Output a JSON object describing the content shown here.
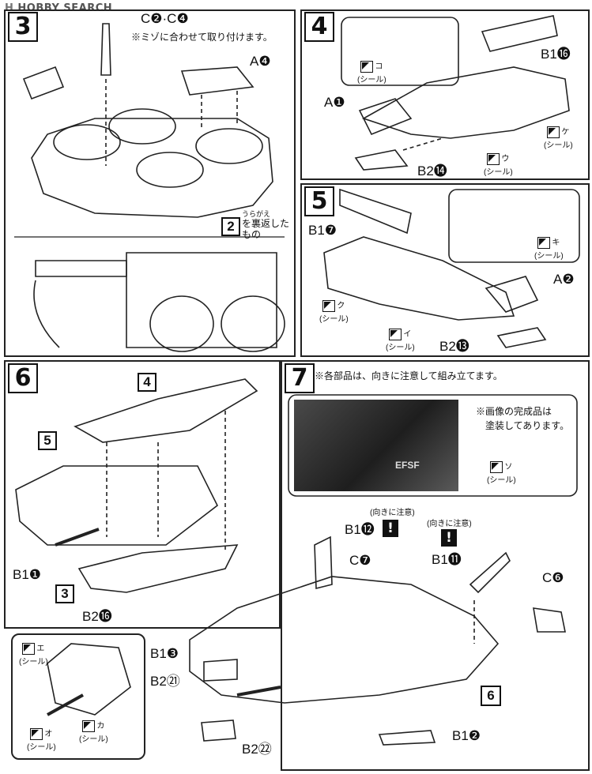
{
  "watermark": {
    "logo": "H",
    "text": "HOBBY SEARCH"
  },
  "step3": {
    "num": "3",
    "cpart": "C❷·C❹",
    "note": "※ミゾに合わせて取り付けます。",
    "a4": "A❹",
    "flip1": "2",
    "flip2": "を裏返した",
    "flip3": "もの",
    "ruby": "うらがえ"
  },
  "step4": {
    "num": "4",
    "b16": "B1⓰",
    "a1": "A❶",
    "b214": "B2⓮",
    "ko": "コ",
    "ke": "ケ",
    "u": "ウ",
    "seal": "(シール)"
  },
  "step5": {
    "num": "5",
    "b17": "B1❼",
    "a2": "A❷",
    "b213": "B2⓭",
    "ki": "キ",
    "ku": "ク",
    "i": "イ",
    "seal": "(シール)"
  },
  "step6": {
    "num": "6",
    "p4": "4",
    "p5": "5",
    "p3": "3",
    "b11": "B1❶",
    "b216": "B2⓰"
  },
  "step7": {
    "num": "7",
    "note": "※各部品は、向きに注意して組み立てます。",
    "photo_note1": "※画像の完成品は",
    "photo_note2": "塗装してあります。",
    "photo_so": "ソ",
    "photo_seal": "(シール)",
    "photo_text": "EFSF",
    "caution": "(向きに注意)",
    "b112": "B1⓬",
    "b111": "B1⓫",
    "c7": "C❼",
    "c6": "C❻",
    "b13": "B1❸",
    "b221": "B2㉑",
    "b222": "B2㉒",
    "b12": "B1❷",
    "p6": "6",
    "e": "エ",
    "o": "オ",
    "ka": "カ",
    "seal": "(シール)"
  }
}
